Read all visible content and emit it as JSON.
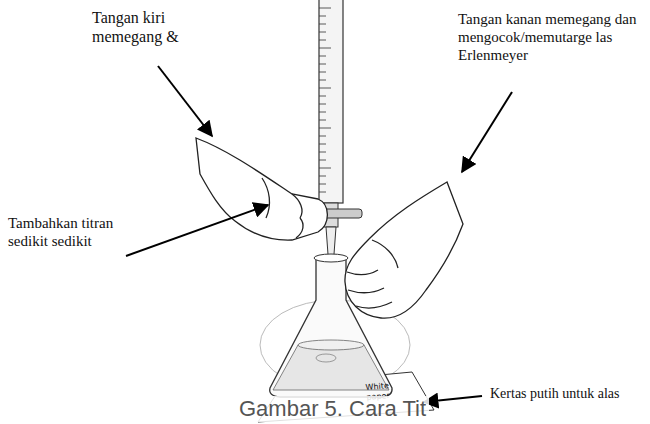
{
  "diagram": {
    "caption": "Gambar 5. Cara Tit",
    "labels": [
      "Tangan kiri memegang &",
      "Tangan kanan memegang dan mengocok/memutarge las Erlenmeyer",
      "Tambahkan titran sedikit sedikit",
      "Kertas putih untuk alas",
      "White paper"
    ]
  }
}
